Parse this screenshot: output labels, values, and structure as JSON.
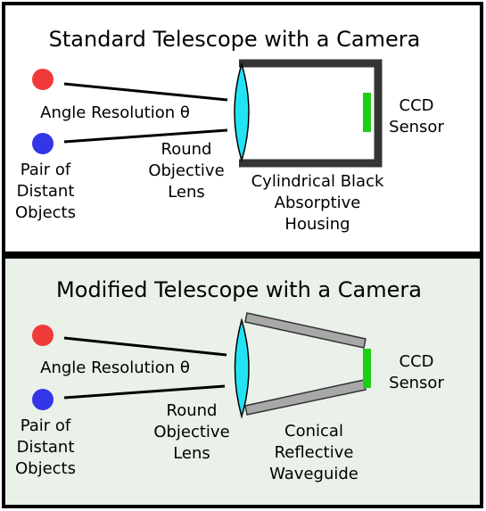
{
  "colors": {
    "top_panel_bg": "#ffffff",
    "bottom_panel_bg": "#e9f1e9",
    "border": "#000000",
    "red_object": "#f03a3a",
    "blue_object": "#3535e8",
    "lens": "#22e3f4",
    "sensor": "#1ccf14",
    "housing": "#353535",
    "waveguide": "#a8a8a8"
  },
  "top_panel": {
    "title": "Standard Telescope with a Camera",
    "angle_label": "Angle Resolution θ",
    "objects_label": [
      "Pair of",
      "Distant",
      "Objects"
    ],
    "lens_label": [
      "Round",
      "Objective",
      "Lens"
    ],
    "housing_label": [
      "Cylindrical Black",
      "Absorptive",
      "Housing"
    ],
    "sensor_label": [
      "CCD",
      "Sensor"
    ]
  },
  "bottom_panel": {
    "title": "Modified Telescope with a Camera",
    "angle_label": "Angle Resolution θ",
    "objects_label": [
      "Pair of",
      "Distant",
      "Objects"
    ],
    "lens_label": [
      "Round",
      "Objective",
      "Lens"
    ],
    "waveguide_label": [
      "Conical",
      "Reflective",
      "Waveguide"
    ],
    "sensor_label": [
      "CCD",
      "Sensor"
    ]
  }
}
